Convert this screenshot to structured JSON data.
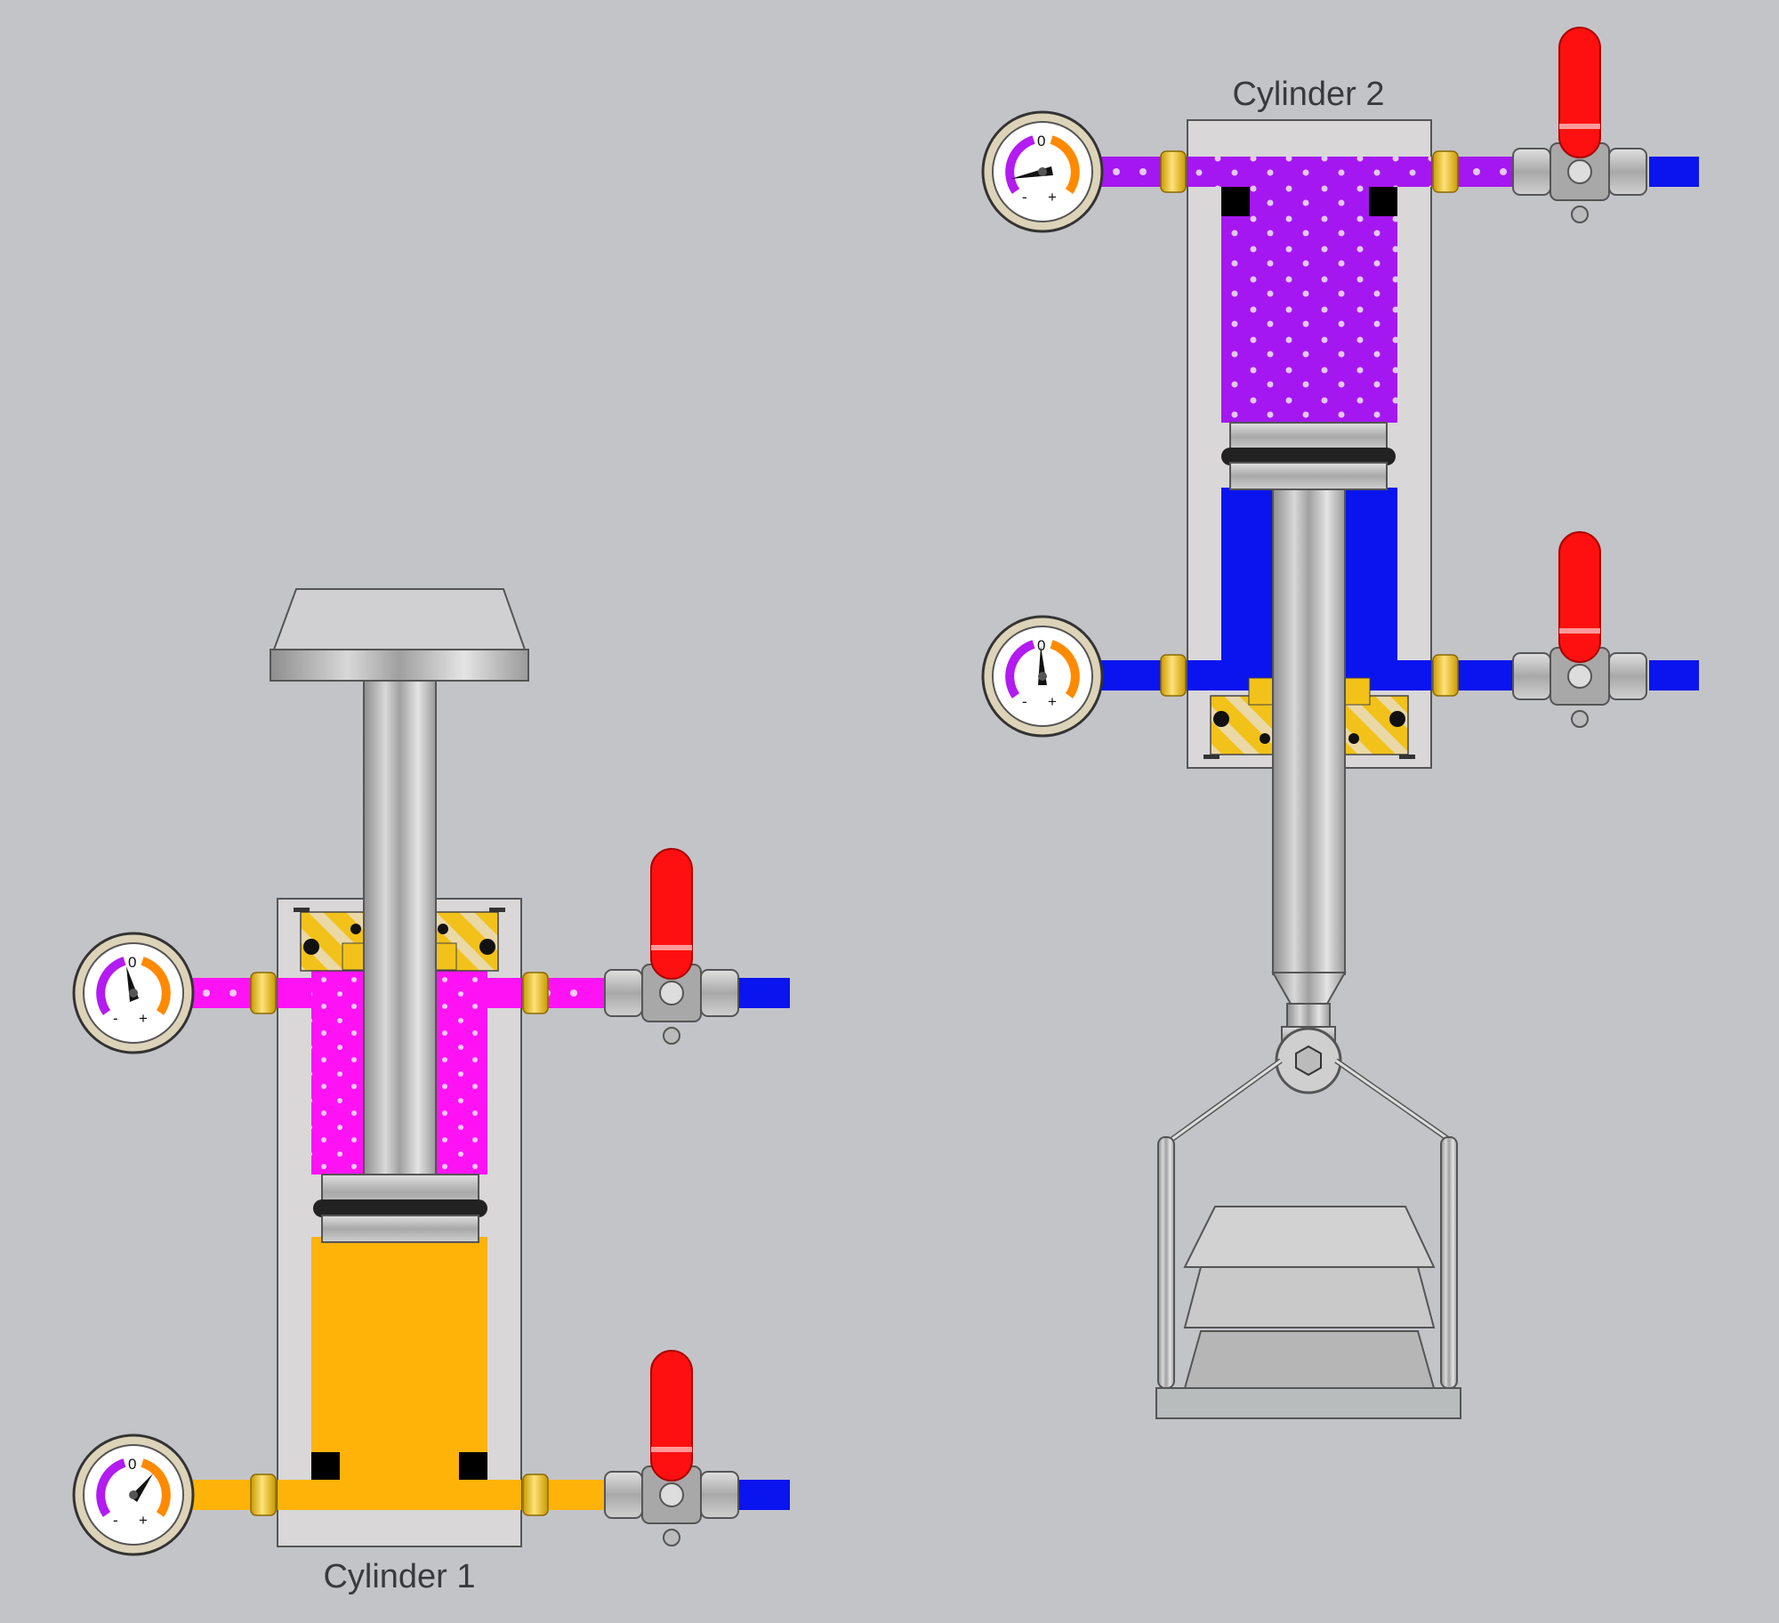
{
  "cylinder_1": {
    "label": "Cylinder 1",
    "rod_chamber_color": "#ff13f5",
    "cap_chamber_color": "#ffb308",
    "ports": [
      {
        "gauge": {
          "zero_label": "0",
          "minus_label": "-",
          "plus_label": "+"
        },
        "line_color": "#ff13f5"
      },
      {
        "gauge": {
          "zero_label": "0",
          "minus_label": "-",
          "plus_label": "+"
        },
        "line_color": "#ffb308"
      }
    ]
  },
  "cylinder_2": {
    "label": "Cylinder 2",
    "cap_chamber_color": "#a517f0",
    "rod_chamber_color": "#0a14ee",
    "ports": [
      {
        "gauge": {
          "zero_label": "0",
          "minus_label": "-",
          "plus_label": "+"
        },
        "line_color": "#a517f0"
      },
      {
        "gauge": {
          "zero_label": "0",
          "minus_label": "-",
          "plus_label": "+"
        },
        "line_color": "#0a14ee"
      }
    ]
  },
  "colors": {
    "background": "#c3c4c8",
    "supply_line": "#0a14ee",
    "valve_handle": "#ff1010",
    "fitting": "#f5c400",
    "body": "#d9d7d8"
  }
}
